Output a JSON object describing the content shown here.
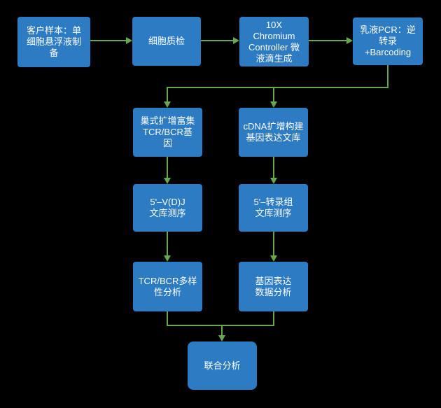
{
  "colors": {
    "background": "#000000",
    "node_fill": "#2d7bc3",
    "node_text": "#fdfeff",
    "connector_green": "#69a74e"
  },
  "diagram": {
    "type": "flowchart",
    "nodes": [
      {
        "id": "sample-prep",
        "label": "客户样本：单\n细胞悬浮液制\n备"
      },
      {
        "id": "cell-qc",
        "label": "细胞质检"
      },
      {
        "id": "chromium-droplet",
        "label": "10X\nChromium\nController 微\n液滴生成"
      },
      {
        "id": "emulsion-pcr",
        "label": "乳液PCR：逆\n转录\n+Barcoding"
      },
      {
        "id": "nested-amp",
        "label": "巢式扩增富集\nTCR/BCR基\n因"
      },
      {
        "id": "cdna-library",
        "label": "cDNA扩增构建\n基因表达文库"
      },
      {
        "id": "vdj-seq",
        "label": "5'–V(D)J\n文库测序"
      },
      {
        "id": "transcriptome-seq",
        "label": "5'–转录组\n文库测序"
      },
      {
        "id": "tcr-bcr-analysis",
        "label": "TCR/BCR多样\n性分析"
      },
      {
        "id": "gene-exp-analysis",
        "label": "基因表达\n数据分析"
      },
      {
        "id": "joint-analysis",
        "label": "联合分析"
      }
    ],
    "edges": [
      {
        "from": "sample-prep",
        "to": "cell-qc"
      },
      {
        "from": "cell-qc",
        "to": "chromium-droplet"
      },
      {
        "from": "chromium-droplet",
        "to": "emulsion-pcr"
      },
      {
        "from": "emulsion-pcr",
        "to": "nested-amp"
      },
      {
        "from": "emulsion-pcr",
        "to": "cdna-library"
      },
      {
        "from": "nested-amp",
        "to": "vdj-seq"
      },
      {
        "from": "cdna-library",
        "to": "transcriptome-seq"
      },
      {
        "from": "vdj-seq",
        "to": "tcr-bcr-analysis"
      },
      {
        "from": "transcriptome-seq",
        "to": "gene-exp-analysis"
      },
      {
        "from": "tcr-bcr-analysis",
        "to": "joint-analysis"
      },
      {
        "from": "gene-exp-analysis",
        "to": "joint-analysis"
      }
    ]
  }
}
